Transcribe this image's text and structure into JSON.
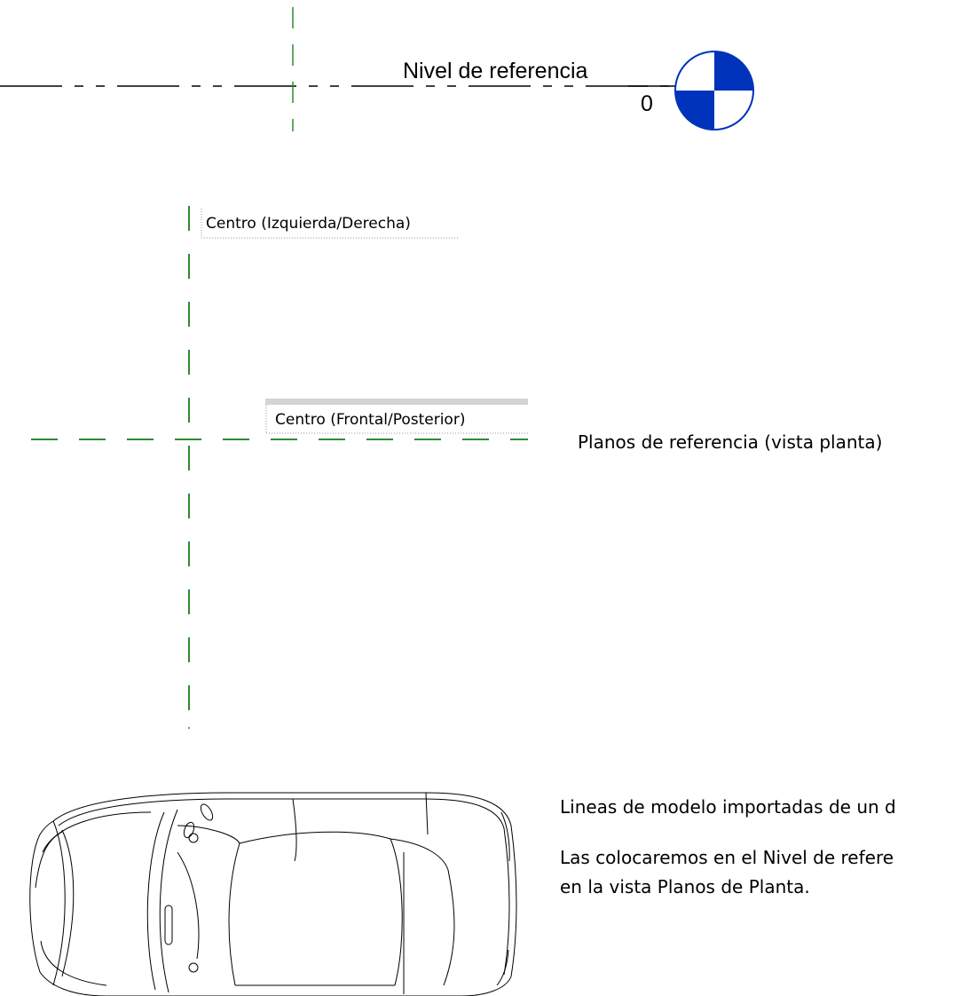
{
  "level": {
    "name": "Nivel de referencia",
    "value": "0",
    "marker_color": "#0033BB"
  },
  "reference_planes": {
    "left_right": "Centro (Izquierda/Derecha)",
    "front_back": "Centro (Frontal/Posterior)",
    "line_color": "#2E8B2E"
  },
  "captions": {
    "plan_view": "Planos de referencia (vista planta)",
    "imported_lines": "Lineas de modelo importadas de un d",
    "placement_line1": "Las colocaremos en el Nivel de refere",
    "placement_line2": "en la vista Planos de Planta."
  },
  "car": {
    "icon": "car-top-view-icon"
  }
}
